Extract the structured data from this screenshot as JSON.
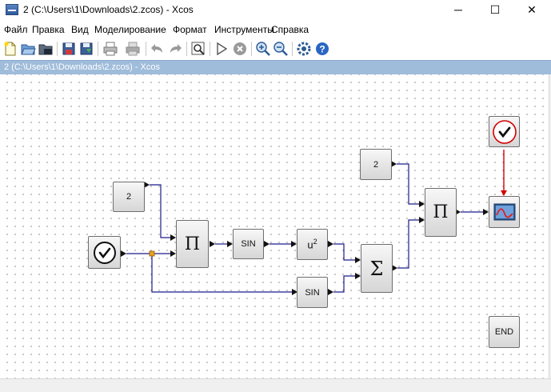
{
  "window": {
    "title": "2 (C:\\Users\\1\\Downloads\\2.zcos) - Xcos",
    "minimize_glyph": "─",
    "maximize_glyph": "☐",
    "close_glyph": "✕"
  },
  "menu": {
    "items": [
      "Файл",
      "Правка",
      "Вид",
      "Моделирование",
      "Формат",
      "Инструменты",
      "Справка"
    ]
  },
  "toolbar": {
    "icons": [
      "new-diagram-icon",
      "open-icon",
      "open-in-scilab-icon",
      "save-icon",
      "save-as-icon",
      "print-icon",
      "print-disabled-icon",
      "undo-icon",
      "redo-icon",
      "fit-diagram-icon",
      "start-icon",
      "stop-icon",
      "zoom-in-icon",
      "zoom-out-icon",
      "setup-icon",
      "help-icon"
    ]
  },
  "tab": {
    "label": "2 (C:\\Users\\1\\Downloads\\2.zcos) - Xcos"
  },
  "diagram": {
    "wire_color": "#1a1a8c",
    "event_color": "#d00000",
    "const1": "2",
    "const2": "2",
    "prod1": "Π",
    "prod2": "Π",
    "sin1": "SIN",
    "sin2": "SIN",
    "pow": "u",
    "pow_exp": "2",
    "sum": "Σ",
    "end": "END"
  }
}
